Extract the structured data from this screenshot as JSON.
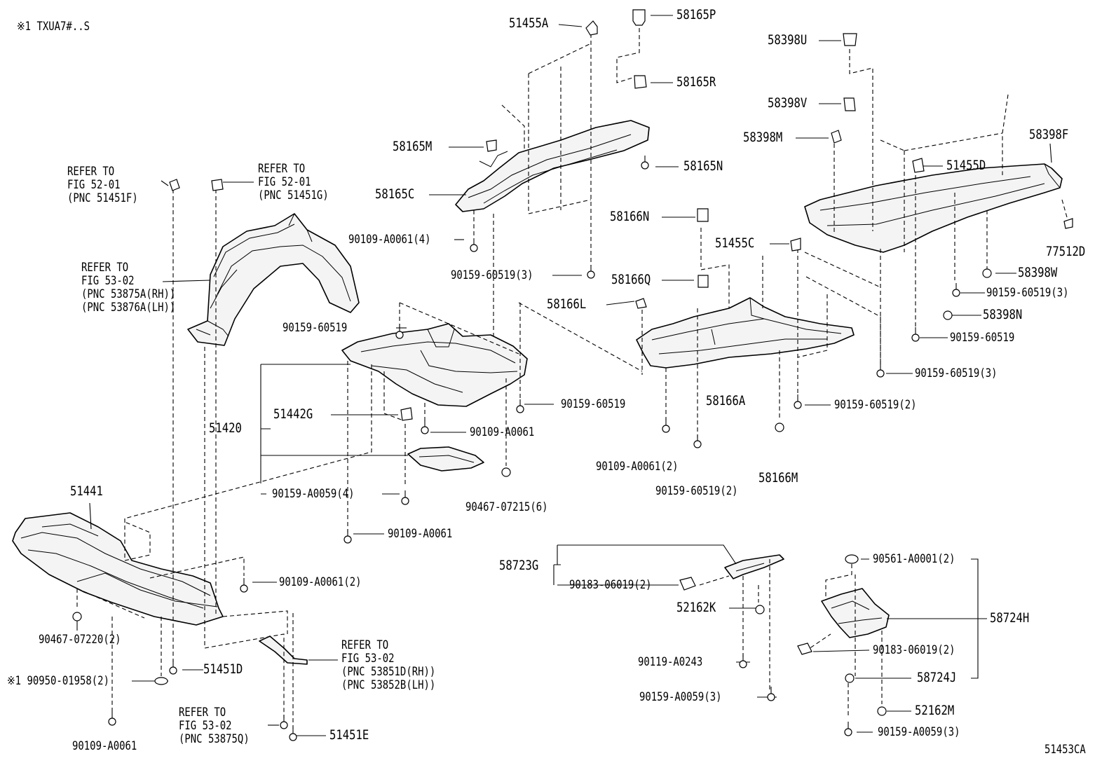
{
  "note": "※1 TXUA7#..S",
  "diagram_code": "51453CA",
  "refs": {
    "fig5201_f": "REFER TO\nFIG 52-01\n(PNC 51451F)",
    "fig5201_g": "REFER TO\nFIG 52-01\n(PNC 51451G)",
    "fig5302_a": "REFER TO\nFIG 53-02\n(PNC 53875A(RH))\n(PNC 53876A(LH))",
    "fig5302_d": "REFER TO\nFIG 53-02\n(PNC 53851D(RH))\n(PNC 53852B(LH))",
    "fig5302_q": "REFER TO\nFIG 53-02\n(PNC 53875Q)"
  },
  "labels": {
    "p51455A": "51455A",
    "p58165P": "58165P",
    "p58165R": "58165R",
    "p58165M": "58165M",
    "p58165N": "58165N",
    "p58165C": "58165C",
    "p90109_A0061_4": "90109-A0061(4)",
    "p90159_60519_3_top": "90159-60519(3)",
    "p58398U": "58398U",
    "p58398V": "58398V",
    "p58398M": "58398M",
    "p58398F": "58398F",
    "p51455D": "51455D",
    "p77512D": "77512D",
    "p58398W": "58398W",
    "p90159_60519_3_r1": "90159-60519(3)",
    "p58398N": "58398N",
    "p90159_60519_r": "90159-60519",
    "p90159_60519_3_r2": "90159-60519(3)",
    "p58166N": "58166N",
    "p51455C": "51455C",
    "p58166Q": "58166Q",
    "p58166L": "58166L",
    "p58166A": "58166A",
    "p90159_60519_2_c": "90159-60519(2)",
    "p58166M": "58166M",
    "p90109_A0061_2_c": "90109-A0061(2)",
    "p90159_60519_2_b": "90159-60519(2)",
    "p90159_60519_m": "90159-60519",
    "p90159_60519_m2": "90159-60519",
    "p90109_A0061_m": "90109-A0061",
    "p51442G": "51442G",
    "p51420": "51420",
    "p90159_A0059_4": "90159-A0059(4)",
    "p90467_07215_6": "90467-07215(6)",
    "p90109_A0061_m2": "90109-A0061",
    "p51441": "51441",
    "p90109_A0061_2_l": "90109-A0061(2)",
    "p90467_07220_2": "90467-07220(2)",
    "p51451D": "51451D",
    "p90950_01958_2": "※1 90950-01958(2)",
    "p90109_A0061_bl": "90109-A0061",
    "p51451E": "51451E",
    "p58723G": "58723G",
    "p90183_06019_2_a": "90183-06019(2)",
    "p52162K": "52162K",
    "p90119_A0243": "90119-A0243",
    "p90159_A0059_3_a": "90159-A0059(3)",
    "p90561_A0001_2": "90561-A0001(2)",
    "p58724H": "58724H",
    "p90183_06019_2_b": "90183-06019(2)",
    "p58724J": "58724J",
    "p52162M": "52162M",
    "p90159_A0059_3_b": "90159-A0059(3)"
  }
}
